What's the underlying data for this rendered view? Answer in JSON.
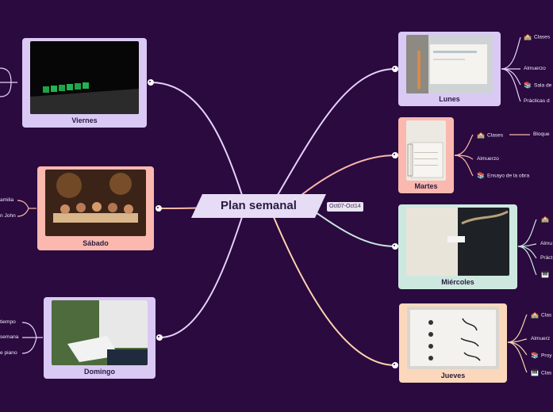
{
  "central": {
    "title": "Plan semanal",
    "tag": "Oct07-Oct14"
  },
  "days": {
    "viernes": {
      "title": "Viernes"
    },
    "sabado": {
      "title": "Sábado"
    },
    "domingo": {
      "title": "Domingo"
    },
    "lunes": {
      "title": "Lunes"
    },
    "martes": {
      "title": "Martes"
    },
    "miercoles": {
      "title": "Miércoles"
    },
    "jueves": {
      "title": "Jueves"
    }
  },
  "leaves": {
    "sabado": [
      "amilia",
      "n John"
    ],
    "domingo": [
      "tiempo",
      "semana",
      "e piano"
    ],
    "lunes": [
      "Clases",
      "Almuerzo",
      "Sala de",
      "Prácticas d"
    ],
    "martes": [
      "Clases",
      "Bloque",
      "Almuerzo",
      "Ensayo de la obra"
    ],
    "miercoles": [
      "Almu",
      "Práct"
    ],
    "jueves": [
      "Clas",
      "Almuerz",
      "Proy",
      "Clas"
    ]
  },
  "icons": {
    "school": "school-icon",
    "books": "books-icon",
    "piano": "piano-icon"
  },
  "colors": {
    "background": "#2a0a3f",
    "purple": "#d9c9f4",
    "pink": "#fab8ae",
    "mint": "#cde9df",
    "peach": "#fbd8bb"
  }
}
